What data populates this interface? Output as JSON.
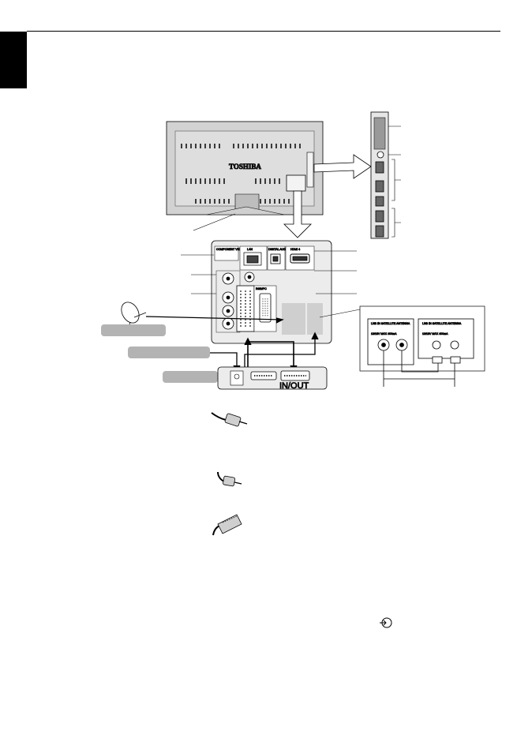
{
  "page": {
    "accent_color": "#000000",
    "tag_color": "#b3b3b3"
  },
  "tv": {
    "brand": "TOSHIBA"
  },
  "panel": {
    "component_label": "COMPONENT VIDEO INPUT",
    "lan_label": "LAN",
    "digital_audio_label": "DIGITAL AUDIO",
    "hdmi_label": "HDMI 4",
    "rgb_pc_label": "RGB/PC"
  },
  "satellite_inset": {
    "left_label": "LNB IN SATELLITE ANTENNA",
    "left_sub": "13/18V MAX 400mA",
    "right_label": "LNB IN SATELLITE ANTENNA",
    "right_sub": "13/18V MAX 400mA"
  },
  "decoder": {
    "scart_label": "IN/OUT"
  },
  "tags": [
    "",
    "",
    ""
  ],
  "icons": [
    "coax-cable-icon",
    "rf-plug-icon",
    "scart-plug-icon",
    "input-source-icon",
    "satellite-dish-icon"
  ]
}
